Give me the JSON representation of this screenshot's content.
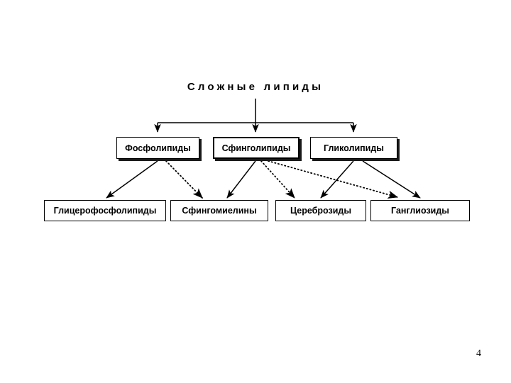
{
  "slide": {
    "background_color": "#ffffff",
    "page_number": "4"
  },
  "diagram": {
    "title": "Сложные липиды",
    "root": {
      "label": "Сложные липиды"
    },
    "level1": [
      {
        "label": "Фосфолипиды",
        "emphasized": false
      },
      {
        "label": "Сфинголипиды",
        "emphasized": true
      },
      {
        "label": "Гликолипиды",
        "emphasized": false
      }
    ],
    "level2": [
      {
        "label": "Глицерофосфолипиды"
      },
      {
        "label": "Сфингомиелины"
      },
      {
        "label": "Цереброзиды"
      },
      {
        "label": "Ганглиозиды"
      }
    ],
    "edges": [
      {
        "from": "Сложные липиды",
        "to": "Фосфолипиды",
        "style": "solid"
      },
      {
        "from": "Сложные липиды",
        "to": "Сфинголипиды",
        "style": "solid"
      },
      {
        "from": "Сложные липиды",
        "to": "Гликолипиды",
        "style": "solid"
      },
      {
        "from": "Фосфолипиды",
        "to": "Глицерофосфолипиды",
        "style": "solid"
      },
      {
        "from": "Фосфолипиды",
        "to": "Сфингомиелины",
        "style": "dotted"
      },
      {
        "from": "Сфинголипиды",
        "to": "Сфингомиелины",
        "style": "solid"
      },
      {
        "from": "Сфинголипиды",
        "to": "Цереброзиды",
        "style": "dotted"
      },
      {
        "from": "Сфинголипиды",
        "to": "Ганглиозиды",
        "style": "dotted"
      },
      {
        "from": "Гликолипиды",
        "to": "Цереброзиды",
        "style": "solid"
      },
      {
        "from": "Гликолипиды",
        "to": "Ганглиозиды",
        "style": "solid"
      }
    ],
    "colors": {
      "line": "#000000",
      "box_border": "#000000",
      "box_fill": "#ffffff",
      "shadow": "#1a1a1a",
      "text": "#000000"
    }
  }
}
